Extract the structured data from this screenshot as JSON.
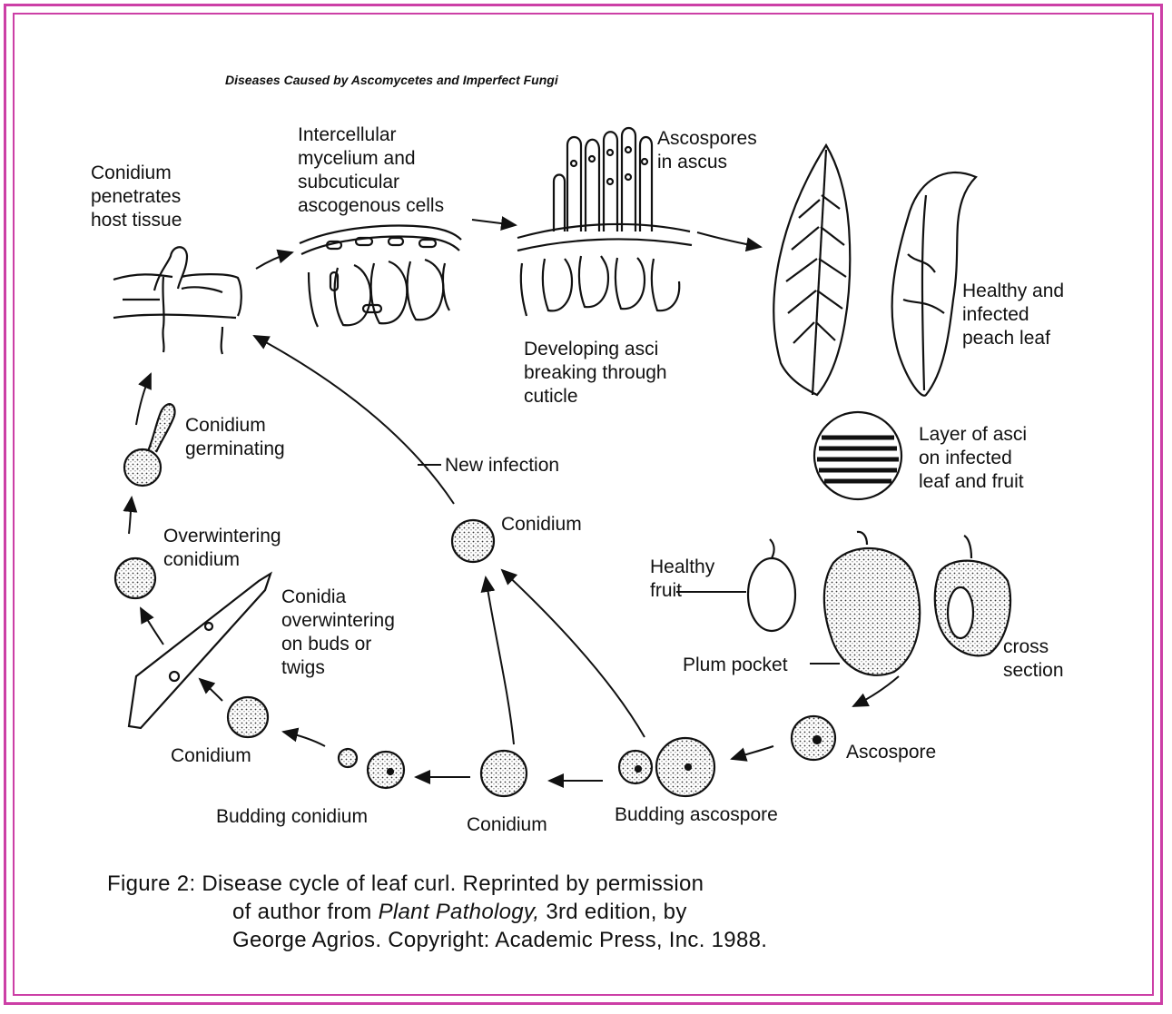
{
  "header": "Diseases Caused by Ascomycetes and Imperfect Fungi",
  "labels": {
    "conidium_penetrates": "Conidium\npenetrates\nhost tissue",
    "intercellular": "Intercellular\nmycelium and\nsubcuticular\nascogenous cells",
    "ascospores_in_ascus": "Ascospores\nin ascus",
    "developing_asci": "Developing asci\nbreaking through\ncuticle",
    "healthy_infected_leaf": "Healthy and\ninfected\npeach leaf",
    "layer_of_asci": "Layer of asci\non infected\nleaf and fruit",
    "conidium_germinating": "Conidium\ngerminating",
    "new_infection": "New infection",
    "conidium_top": "Conidium",
    "overwintering_conidium": "Overwintering\nconidium",
    "conidia_overwintering": "Conidia\noverwintering\non buds or\ntwigs",
    "healthy_fruit": "Healthy\nfruit",
    "plum_pocket": "Plum pocket",
    "cross_section": "cross\nsection",
    "ascospore": "Ascospore",
    "conidium_left": "Conidium",
    "budding_conidium": "Budding conidium",
    "conidium_bottom": "Conidium",
    "budding_ascospore": "Budding ascospore"
  },
  "caption": {
    "line1": "Figure 2: Disease cycle of leaf curl.  Reprinted by permission",
    "line2_pre": "of author from ",
    "line2_title": "Plant Pathology,",
    "line2_post": " 3rd edition, by",
    "line3": "George Agrios.  Copyright: Academic Press, Inc. 1988."
  },
  "colors": {
    "frame": "#cc3fa6",
    "ink": "#111111"
  }
}
